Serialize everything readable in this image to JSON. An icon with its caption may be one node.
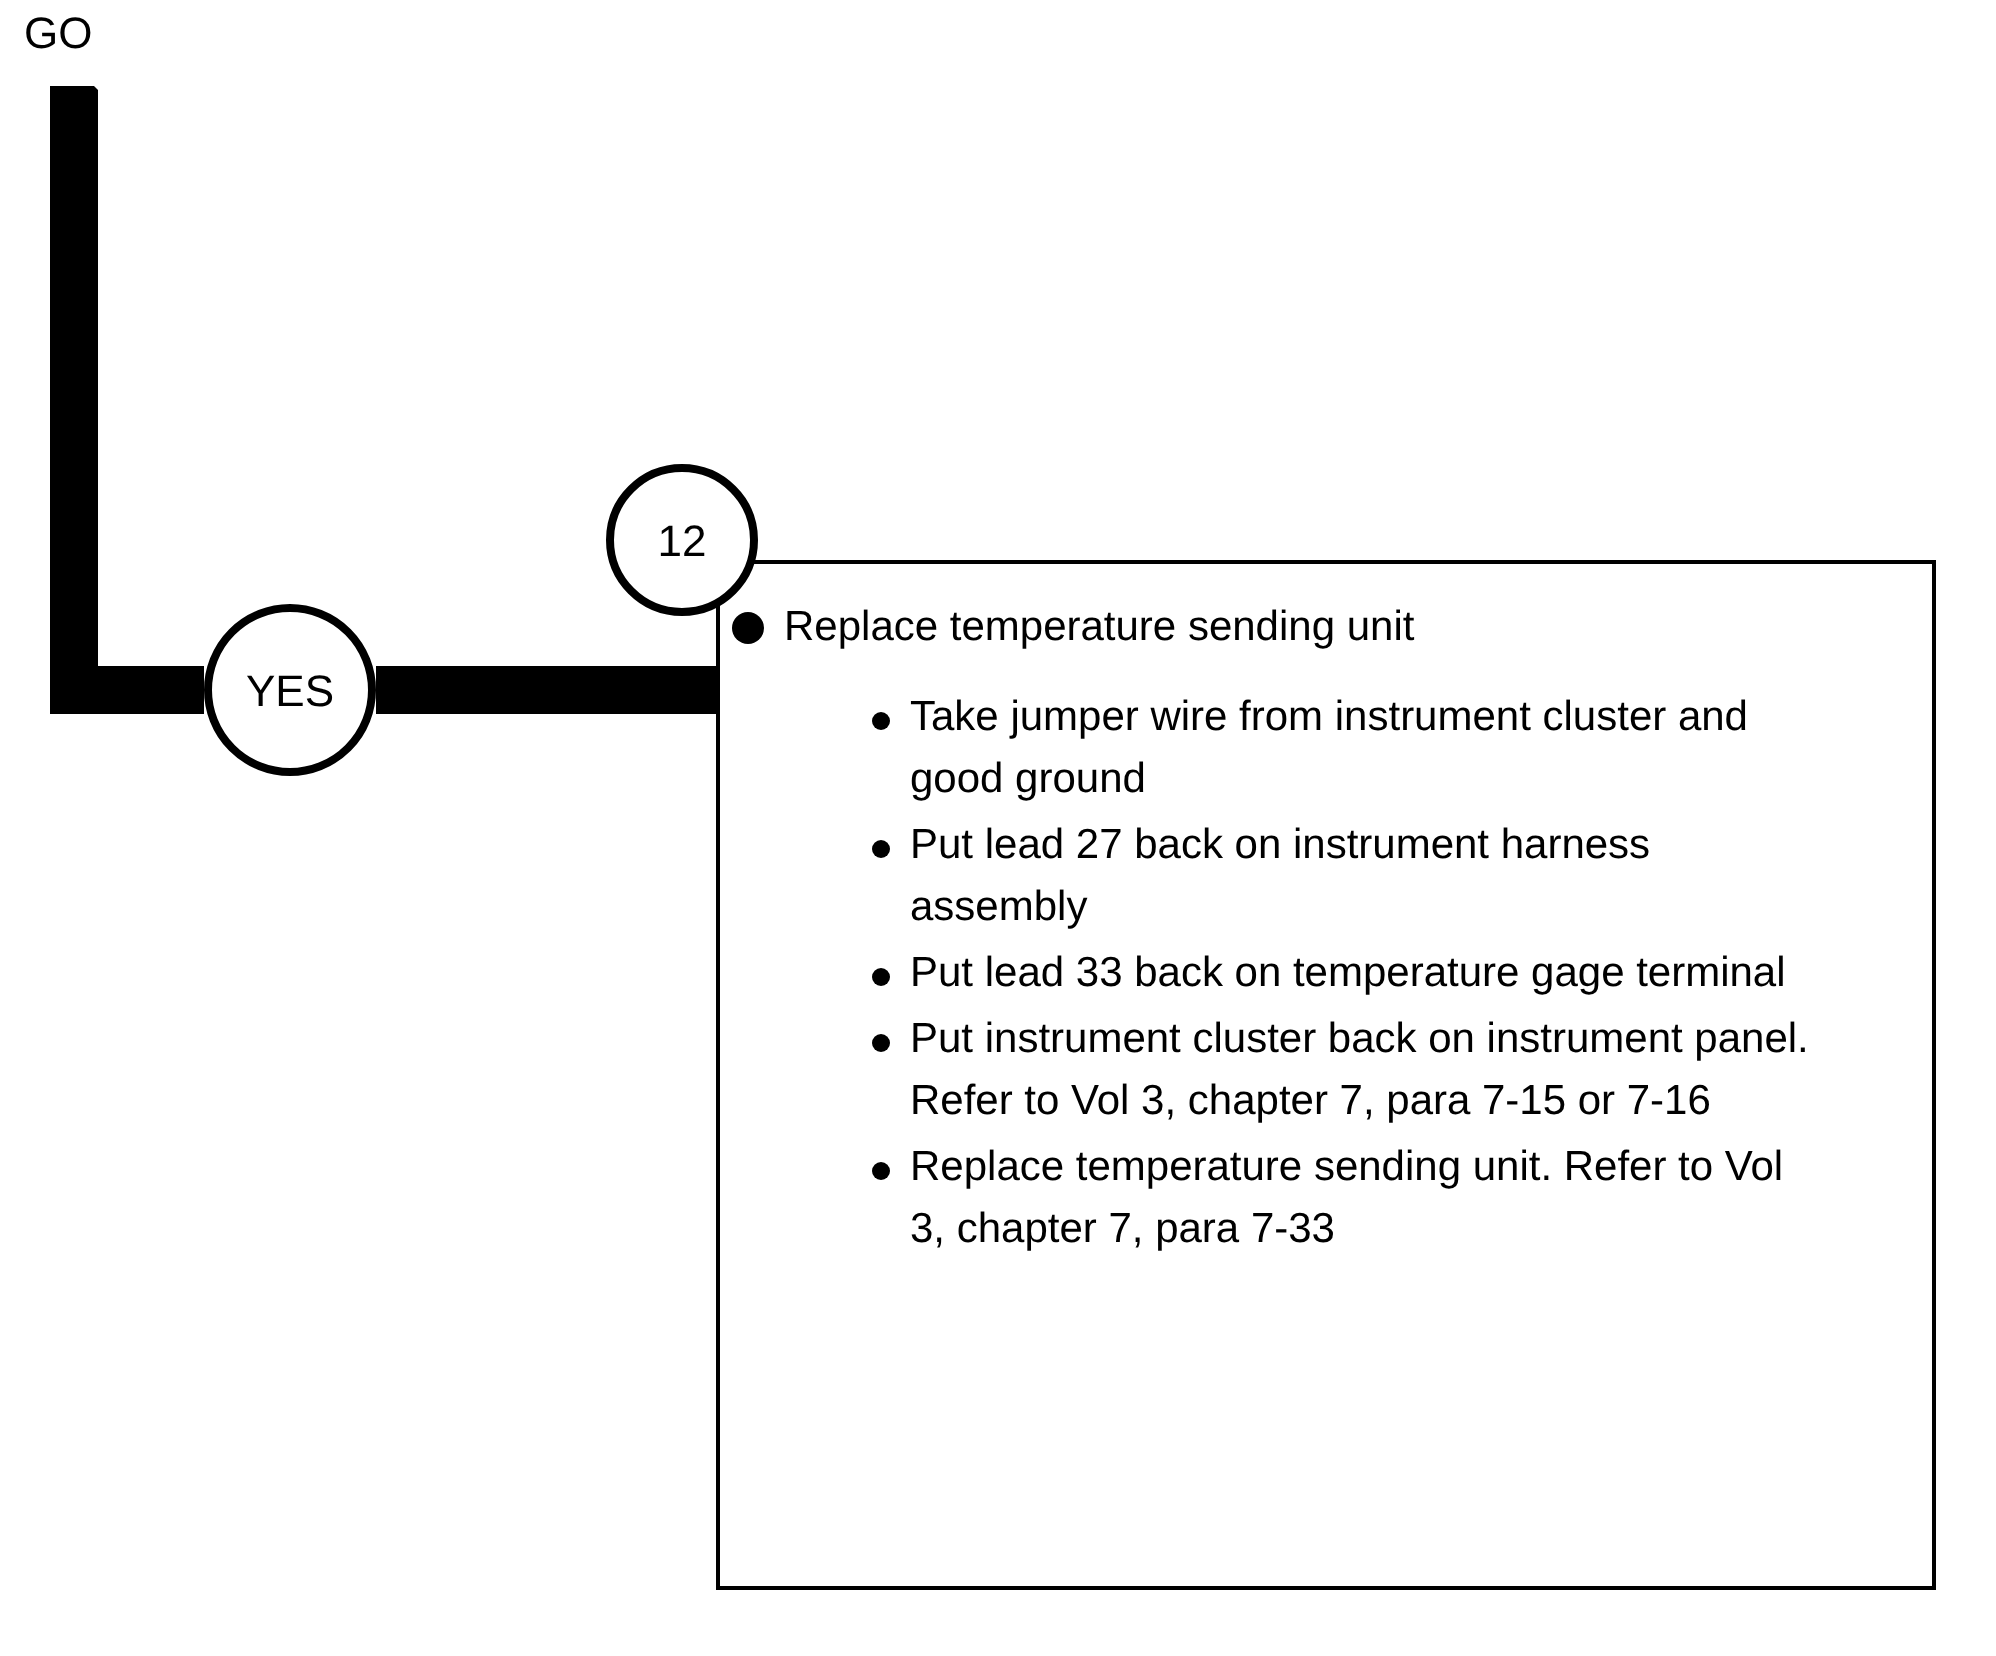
{
  "diagram": {
    "nodes": [
      {
        "text": [
          "GO"
        ]
      },
      {
        "text": [
          "YES"
        ]
      },
      {
        "text": [
          "Replace temperature sending unit",
          "Take jumper wire from instrument cluster and good ground",
          "Put lead 27 back on instrument harness assembly",
          "Put lead 33 back on temperature gage terminal",
          "Put instrument cluster back on instrument panel. Refer to Vol 3, chapter 7, para 7-15 or 7-16",
          "Replace temperature sending unit. Refer to Vol 3, chapter 7, para 7-33"
        ]
      },
      {
        "text": [
          "12"
        ]
      }
    ],
    "edges": [
      {
        "from": 0,
        "to": 1,
        "arrow": "none"
      },
      {
        "from": 1,
        "to": 2,
        "arrow": "none"
      }
    ]
  }
}
